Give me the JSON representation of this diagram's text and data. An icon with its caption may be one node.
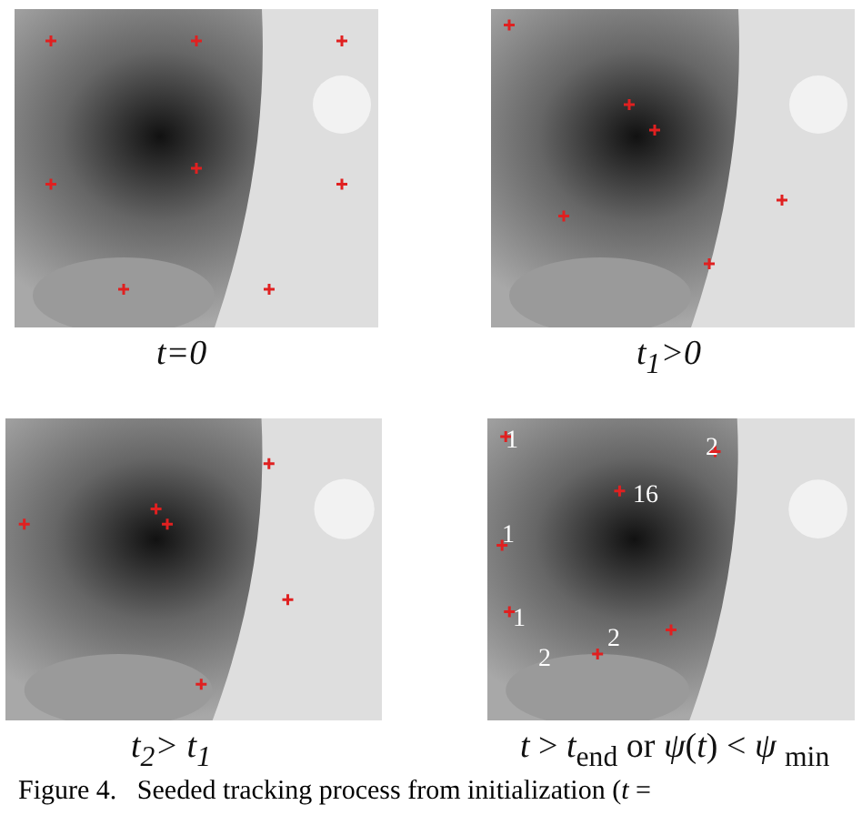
{
  "diagram": {
    "caption": "Figure 4.   Seeded tracking process from initialization (*t* =",
    "labels": [
      "t=0",
      "t$_{1}$>0",
      "1",
      "2",
      "16",
      "1",
      "1",
      "2",
      "2",
      "t$_{2}$> t$_{1}$",
      "*t* > *t*$_{end}$ or *ψ*(*t*) < *ψ* $_{min}$"
    ]
  }
}
